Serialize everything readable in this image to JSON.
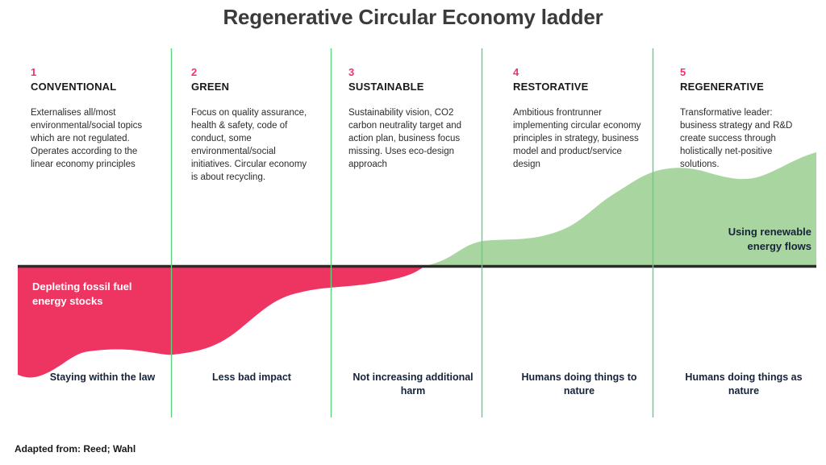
{
  "title": "Regenerative Circular Economy ladder",
  "footer": "Adapted from: Reed; Wahl",
  "colors": {
    "pink": "#EE3562",
    "green": "#A9D6A0",
    "divider_green": "#5ED37E",
    "baseline": "#2b2b2b",
    "number": "#F0316B",
    "heading": "#1a1a1a",
    "caption": "#16233c",
    "title": "#3b3b3b"
  },
  "area_labels": {
    "pink": "Depleting fossil fuel\nenergy stocks",
    "pink_line1": "Depleting fossil fuel",
    "pink_line2": "energy stocks",
    "green_line1": "Using renewable",
    "green_line2": "energy flows"
  },
  "stages": [
    {
      "number": "1",
      "heading": "CONVENTIONAL",
      "body": "Externalises all/most environmental/social topics which are not regulated. Operates according to the linear economy principles",
      "caption": "Staying within the law"
    },
    {
      "number": "2",
      "heading": "GREEN",
      "body": "Focus on quality assurance, health & safety, code of conduct, some environmental/social initiatives. Circular economy is about recycling.",
      "caption": "Less bad impact"
    },
    {
      "number": "3",
      "heading": "SUSTAINABLE",
      "body": "Sustainability vision, CO2 carbon neutrality target and action plan, business focus missing. Uses eco-design approach",
      "caption": "Not increasing additional harm"
    },
    {
      "number": "4",
      "heading": "RESTORATIVE",
      "body": "Ambitious frontrunner implementing circular economy principles in strategy, business model and product/service design",
      "caption": "Humans doing things to nature"
    },
    {
      "number": "5",
      "heading": "REGENERATIVE",
      "body": "Transformative leader: business strategy and R&D create success through holistically net-positive solutions.",
      "caption": "Humans doing things as nature"
    }
  ],
  "chart_data": {
    "type": "area",
    "title": "Regenerative Circular Economy ladder",
    "xlabel": "",
    "ylabel": "",
    "grid": false,
    "legend_position": "inline-annotations",
    "baseline_y": 330,
    "categories": [
      "CONVENTIONAL",
      "GREEN",
      "SUSTAINABLE",
      "RESTORATIVE",
      "REGENERATIVE"
    ],
    "series": [
      {
        "name": "Depleting fossil fuel energy stocks",
        "color": "#EE3562",
        "side": "below-baseline",
        "values": [
          -128,
          -112,
          -18,
          0,
          0
        ]
      },
      {
        "name": "Using renewable energy flows",
        "color": "#A9D6A0",
        "side": "above-baseline",
        "values": [
          0,
          0,
          12,
          86,
          130
        ]
      }
    ],
    "curve_points_below": [
      {
        "x": 22,
        "y": 465
      },
      {
        "x": 60,
        "y": 462
      },
      {
        "x": 110,
        "y": 437
      },
      {
        "x": 170,
        "y": 433
      },
      {
        "x": 215,
        "y": 440
      },
      {
        "x": 280,
        "y": 420
      },
      {
        "x": 340,
        "y": 378
      },
      {
        "x": 410,
        "y": 358
      },
      {
        "x": 470,
        "y": 351
      },
      {
        "x": 505,
        "y": 342
      },
      {
        "x": 527,
        "y": 330
      }
    ],
    "curve_points_above": [
      {
        "x": 527,
        "y": 330
      },
      {
        "x": 560,
        "y": 318
      },
      {
        "x": 600,
        "y": 300
      },
      {
        "x": 660,
        "y": 296
      },
      {
        "x": 700,
        "y": 288
      },
      {
        "x": 760,
        "y": 248
      },
      {
        "x": 810,
        "y": 218
      },
      {
        "x": 870,
        "y": 208
      },
      {
        "x": 930,
        "y": 222
      },
      {
        "x": 985,
        "y": 195
      },
      {
        "x": 1012,
        "y": 188
      }
    ],
    "divider_x": [
      212,
      410,
      597,
      809
    ],
    "annotations": [
      {
        "text": "Depleting fossil fuel energy stocks",
        "x": 40,
        "y": 352,
        "color": "#ffffff"
      },
      {
        "text": "Using renewable energy flows",
        "x": 1006,
        "y": 285,
        "color": "#16233c"
      }
    ]
  }
}
